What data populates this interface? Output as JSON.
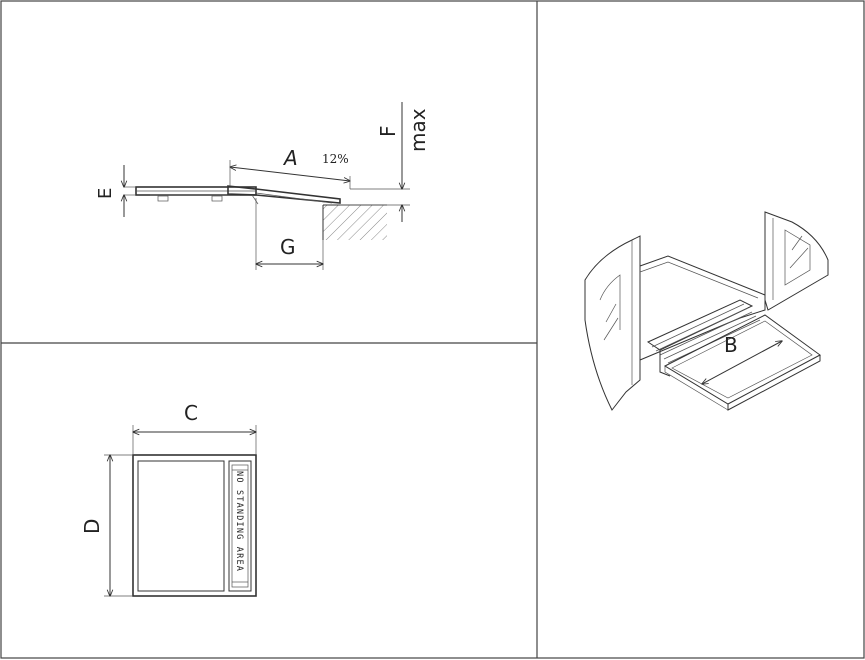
{
  "panels": {
    "side_view": {
      "labels": {
        "A": "A",
        "E": "E",
        "F": "F",
        "max": "max",
        "G": "G",
        "slope": "12%"
      }
    },
    "top_view": {
      "labels": {
        "C": "C",
        "D": "D"
      },
      "step_text": "NO STANDING AREA"
    },
    "perspective_view": {
      "labels": {
        "B": "B"
      }
    }
  },
  "colors": {
    "line": "#333333",
    "background": "#ffffff",
    "frame": "#444444"
  }
}
